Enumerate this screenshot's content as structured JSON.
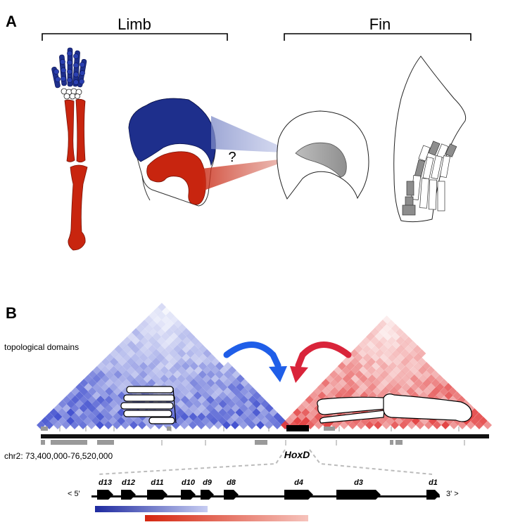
{
  "panel_a": {
    "letter": "A",
    "limb_label": "Limb",
    "fin_label": "Fin",
    "question": "?"
  },
  "panel_b": {
    "letter": "B",
    "topological_label": "topological domains",
    "chr_label": "chr2: 73,400,000-76,520,000",
    "locus_label": "HoxD",
    "left_end": "< 5'",
    "right_end": "3' >",
    "genes": [
      "d13",
      "d12",
      "d11",
      "d10",
      "d9",
      "d8",
      "d4",
      "d3",
      "d1"
    ]
  },
  "colors": {
    "blue": "#1e2f8c",
    "red": "#c8250f",
    "arrow_blue": "#1f5ee8",
    "arrow_red": "#d9243a",
    "gray": "#9a9a9a"
  }
}
